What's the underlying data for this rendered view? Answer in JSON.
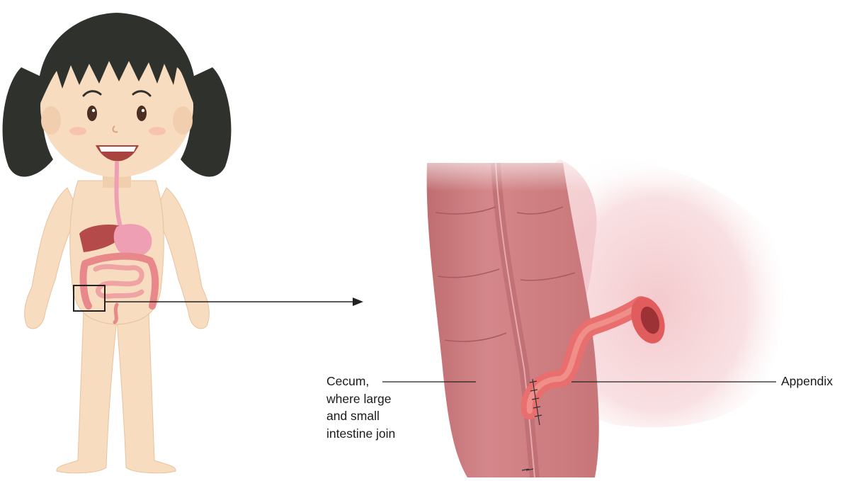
{
  "labels": {
    "cecum": [
      "Cecum,",
      "where large",
      "and small",
      "intestine join"
    ],
    "appendix": "Appendix"
  },
  "colors": {
    "hair": "#2f312c",
    "skin": "#f7dcc0",
    "skin_shadow": "#eec9a3",
    "intestine": "#e8888a",
    "stomach": "#ee9fb4",
    "liver": "#b54a4a",
    "cecum_tissue": "#cf7d80",
    "appendix": "#e96e6e",
    "mesentery": "#f6d2d4",
    "line": "#222222"
  }
}
